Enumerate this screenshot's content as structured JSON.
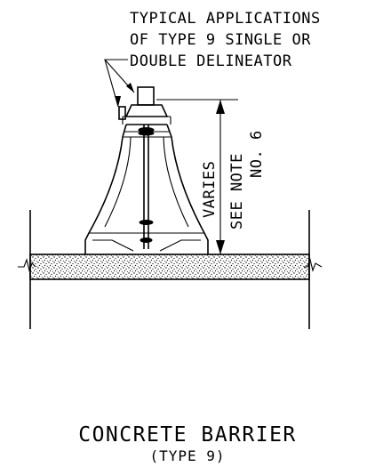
{
  "callout": {
    "line1": "TYPICAL APPLICATIONS",
    "line2": "OF TYPE 9 SINGLE OR",
    "line3": "DOUBLE DELINEATOR"
  },
  "dimension": {
    "label": "VARIES",
    "note_line1": "SEE NOTE",
    "note_line2": "NO. 6"
  },
  "title": {
    "main": "CONCRETE BARRIER",
    "sub": "(TYPE 9)"
  }
}
